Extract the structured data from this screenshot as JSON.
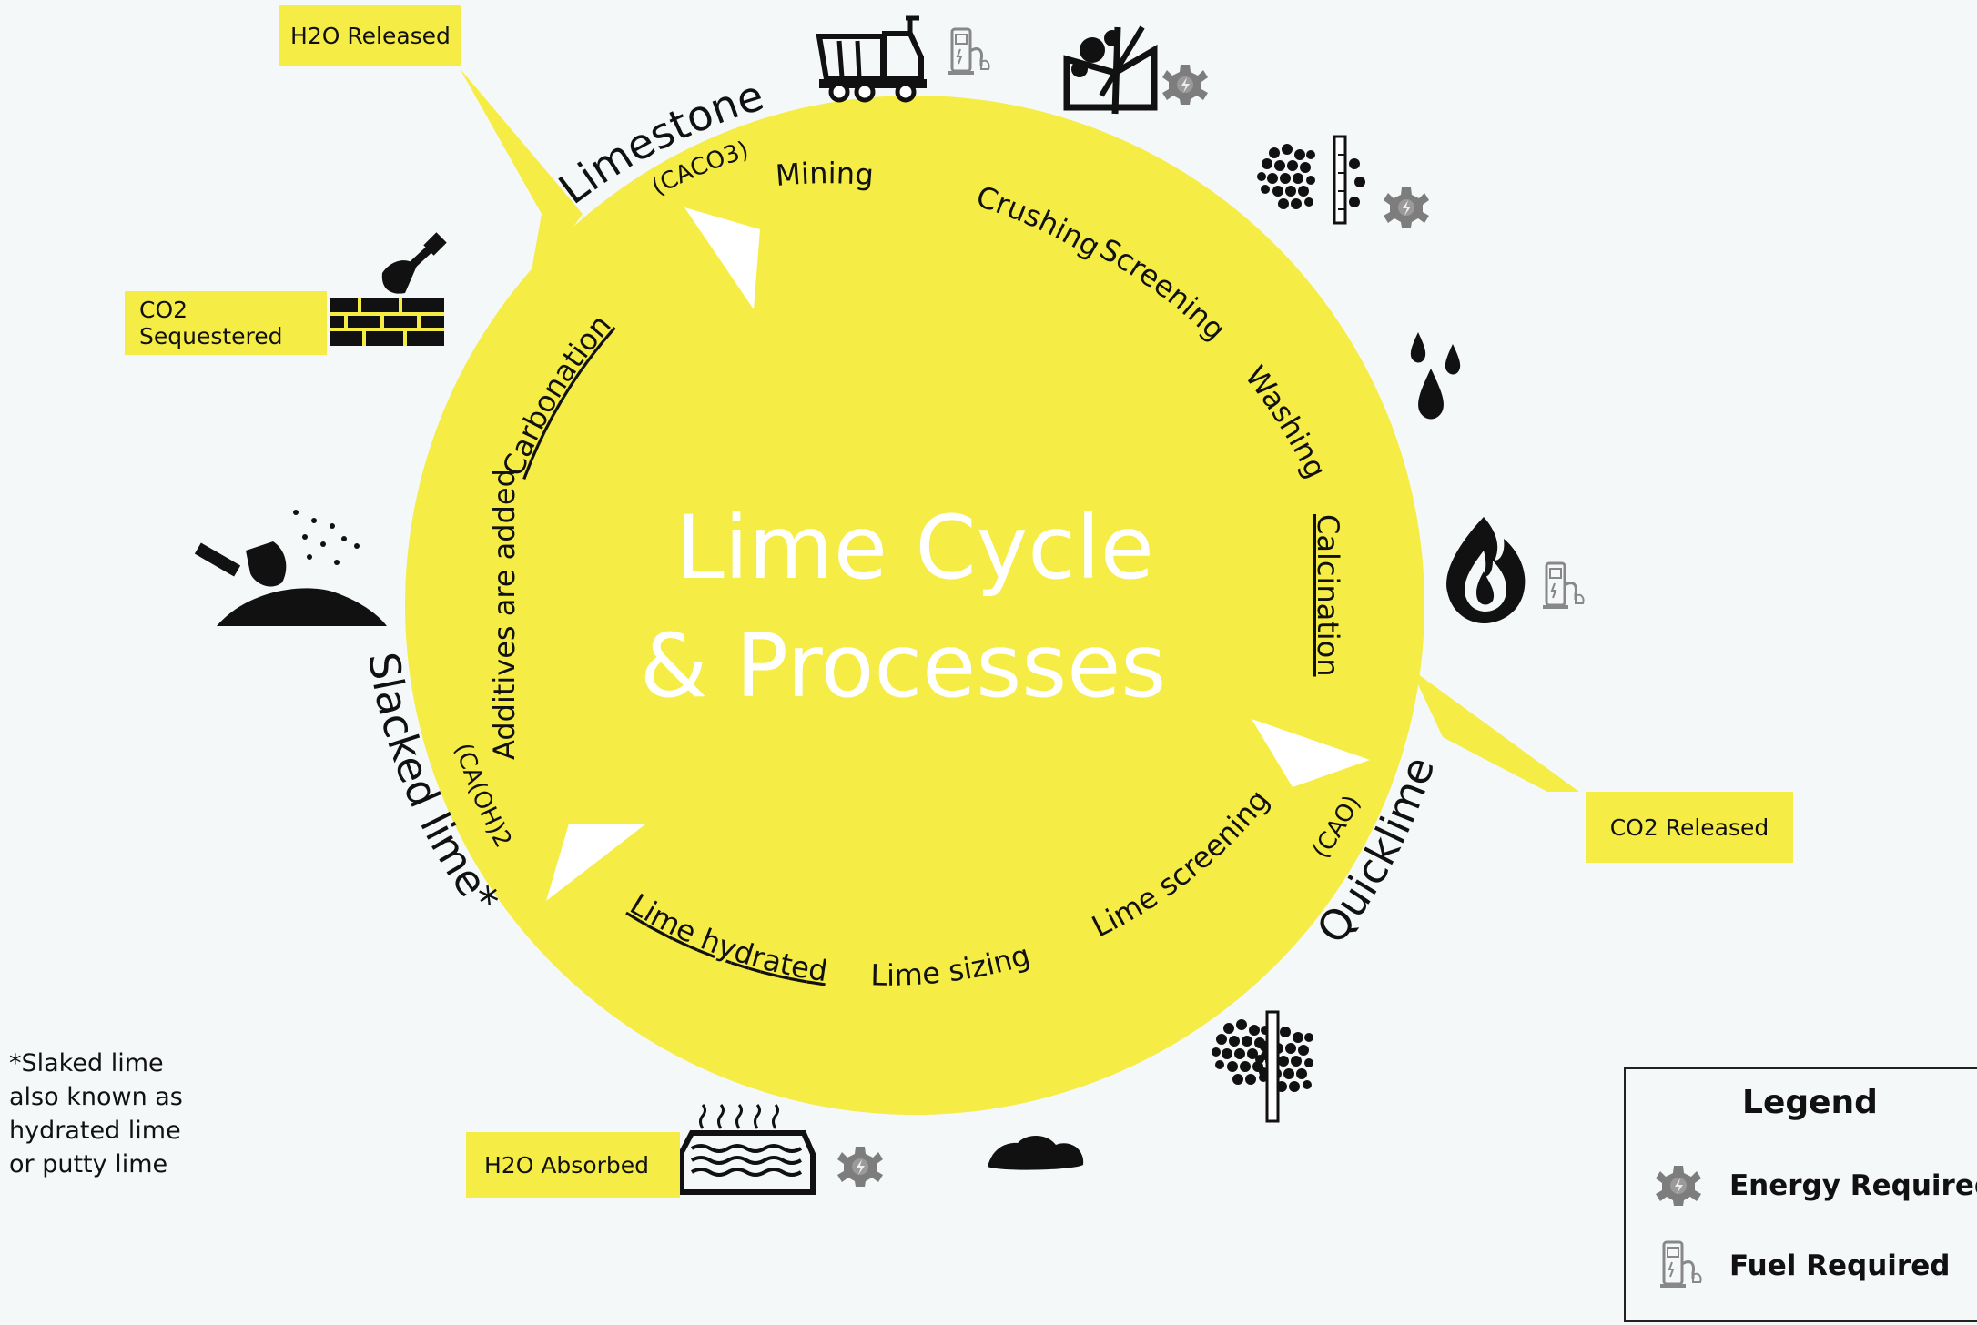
{
  "title": {
    "line1": "Lime Cycle",
    "line2": "& Processes"
  },
  "stages": {
    "limestone": {
      "name": "Limestone",
      "formula": "(CACO3)"
    },
    "quicklime": {
      "name": "Quicklime",
      "formula": "(CAO)"
    },
    "slacked": {
      "name": "Slacked lime*",
      "formula": "(CA(OH)2"
    }
  },
  "processes": {
    "mining": "Mining",
    "crushing": "Crushing",
    "screening": "Screening",
    "washing": "Washing",
    "calcination": "Calcination",
    "lime_screening": "Lime screening",
    "lime_sizing": "Lime sizing",
    "lime_hydrated": "Lime hydrated",
    "additives": "Additives are  added",
    "carbonation": "Carbonation"
  },
  "callouts": {
    "h2o_released": "H2O Released",
    "co2_sequestered": "CO2 Sequestered",
    "co2_released": "CO2 Released",
    "h2o_absorbed": "H2O Absorbed"
  },
  "footnote": [
    "*Slaked lime",
    "also known as",
    "hydrated lime",
    "or putty lime"
  ],
  "legend": {
    "title": "Legend",
    "energy": "Energy Required",
    "fuel": "Fuel Required"
  },
  "colors": {
    "circle": "#f5ec45",
    "background": "#f4f8f9",
    "ink": "#111111",
    "gear": "#7a7a7a"
  },
  "icons": [
    "dump-truck-icon",
    "fuel-pump-icon",
    "crusher-icon",
    "gear-icon",
    "gravel-sieve-icon",
    "water-drops-icon",
    "fire-icon",
    "trowel-brick-icon",
    "shovel-pile-icon",
    "hydration-tank-icon",
    "lime-lumps-icon"
  ]
}
